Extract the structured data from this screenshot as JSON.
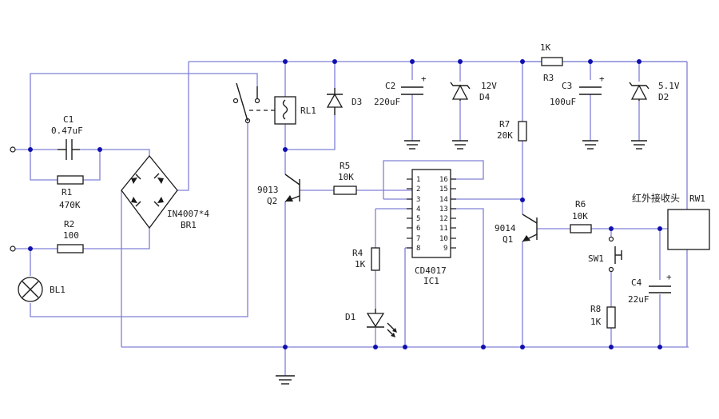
{
  "components": {
    "c1": {
      "ref": "C1",
      "value": "0.47uF"
    },
    "r1": {
      "ref": "R1",
      "value": "470K"
    },
    "r2": {
      "ref": "R2",
      "value": "100"
    },
    "bl1": {
      "ref": "BL1"
    },
    "br1": {
      "ref": "BR1",
      "value": "IN4007*4"
    },
    "rl1": {
      "ref": "RL1"
    },
    "d3": {
      "ref": "D3"
    },
    "c2": {
      "ref": "C2",
      "value": "220uF"
    },
    "d4": {
      "ref": "D4",
      "value": "12V"
    },
    "r3": {
      "ref": "R3",
      "value": "1K"
    },
    "c3": {
      "ref": "C3",
      "value": "100uF"
    },
    "d2": {
      "ref": "D2",
      "value": "5.1V"
    },
    "r7": {
      "ref": "R7",
      "value": "20K"
    },
    "r5": {
      "ref": "R5",
      "value": "10K"
    },
    "q2": {
      "ref": "Q2",
      "value": "9013"
    },
    "ic1": {
      "ref": "IC1",
      "value": "CD4017",
      "left_pins": [
        "1",
        "2",
        "3",
        "4",
        "5",
        "6",
        "7",
        "8"
      ],
      "right_pins": [
        "16",
        "15",
        "14",
        "13",
        "12",
        "11",
        "10",
        "9"
      ]
    },
    "r4": {
      "ref": "R4",
      "value": "1K"
    },
    "d1": {
      "ref": "D1"
    },
    "q1": {
      "ref": "Q1",
      "value": "9014"
    },
    "r6": {
      "ref": "R6",
      "value": "10K"
    },
    "sw1": {
      "ref": "SW1"
    },
    "r8": {
      "ref": "R8",
      "value": "1K"
    },
    "c4": {
      "ref": "C4",
      "value": "22uF"
    },
    "rw1": {
      "ref": "RW1",
      "value": "红外接收头"
    }
  },
  "symbols": {
    "polarity": "+"
  },
  "colors": {
    "wire": "#8080d8",
    "component": "#1a1a1a",
    "junction": "#1010b0"
  }
}
